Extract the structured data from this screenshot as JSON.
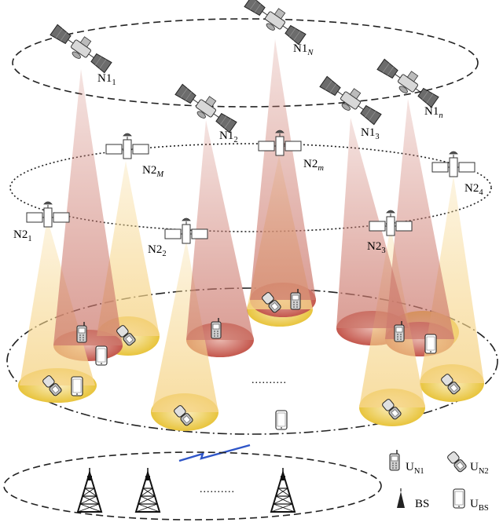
{
  "nodes": {
    "n1": [
      {
        "id": "N1_1",
        "base": "N1",
        "sub": "1"
      },
      {
        "id": "N1_2",
        "base": "N1",
        "sub": "2"
      },
      {
        "id": "N1_N",
        "base": "N1",
        "sub": "N",
        "italic": true
      },
      {
        "id": "N1_3",
        "base": "N1",
        "sub": "3"
      },
      {
        "id": "N1_n",
        "base": "N1",
        "sub": "n",
        "italic": true
      }
    ],
    "n2": [
      {
        "id": "N2_1",
        "base": "N2",
        "sub": "1"
      },
      {
        "id": "N2_M",
        "base": "N2",
        "sub": "M",
        "italic": true
      },
      {
        "id": "N2_2",
        "base": "N2",
        "sub": "2"
      },
      {
        "id": "N2_m",
        "base": "N2",
        "sub": "m",
        "italic": true
      },
      {
        "id": "N2_3",
        "base": "N2",
        "sub": "3"
      },
      {
        "id": "N2_4",
        "base": "N2",
        "sub": "4"
      }
    ]
  },
  "ellipsis": {
    "ground": "..........",
    "bs": ".........."
  },
  "legend": {
    "u_n1": {
      "base": "U",
      "sub": "N1"
    },
    "u_n2": {
      "base": "U",
      "sub": "N2"
    },
    "bs": "BS",
    "u_bs": {
      "base": "U",
      "sub": "BS"
    }
  },
  "colors": {
    "n1_beam": "#cd7a6e",
    "n1_footprint": "#c4574d",
    "n2_beam": "#f6d58a",
    "n2_footprint": "#e8c43c",
    "link": "#2e55c8"
  }
}
